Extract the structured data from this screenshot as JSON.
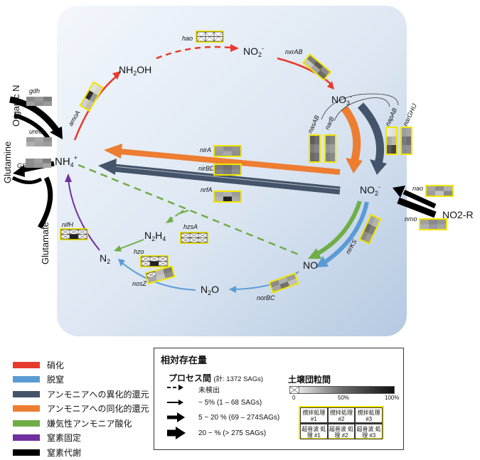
{
  "compounds": {
    "nh2oh": "NH2OH",
    "no2_top": "NO2-",
    "no3": "NO3-",
    "nh4": "NH4+",
    "no2_mid": "NO2-",
    "no2r": "NO2-R",
    "n2h4": "N2H4",
    "n2": "N2",
    "no": "NO",
    "n2o": "N2O",
    "organic_n": "Organic N",
    "glutamine": "Glutamine",
    "glutamate": "Glutamate"
  },
  "genes": {
    "hao": "hao",
    "nxrAB": "nxrAB",
    "amoA": "amoA",
    "gdh": "gdh",
    "ureC": "ureC",
    "GS": "GS",
    "narGHIJ": "narGHIJ",
    "napAB": "napAB",
    "narB": "narB",
    "nasAB": "nasAB",
    "nirA": "nirA",
    "nirBD": "nirBD",
    "nrfA": "nrfA",
    "nao": "nao",
    "nmo": "nmo",
    "nirKS": "nirKS",
    "hzsA": "hzsA",
    "hzo": "hzo",
    "nifH": "nifH",
    "nosZ": "nosZ",
    "norBC": "norBC"
  },
  "legend": {
    "colors": {
      "nitrification": "#e83a2c",
      "denitrification": "#5b9bd5",
      "dnra": "#44546a",
      "assimilatory": "#ed7d31",
      "anammox": "#70ad47",
      "fixation": "#7030a0",
      "metabolism": "#000000"
    },
    "processes": [
      {
        "label": "硝化",
        "color": "#e83a2c"
      },
      {
        "label": "脱窒",
        "color": "#5b9bd5"
      },
      {
        "label": "アンモニアへの異化的還元",
        "color": "#44546a"
      },
      {
        "label": "アンモニアへの同化的還元",
        "color": "#ed7d31"
      },
      {
        "label": "嫌気性アンモニア酸化",
        "color": "#70ad47"
      },
      {
        "label": "窒素固定",
        "color": "#7030a0"
      },
      {
        "label": "窒素代謝",
        "color": "#000000"
      }
    ],
    "box_title": "相対存在量",
    "process_heading": "プロセス間",
    "process_total": "(計: 1372 SAGs)",
    "items": [
      "未検出",
      "~ 5% (1 – 68 SAGs)",
      "5 ~ 20 % (69 – 274SAGs)",
      "20 ~ % (> 275 SAGs)"
    ],
    "soil_heading": "土壌団粒間",
    "ticks": [
      "0",
      "50%",
      "100%"
    ],
    "cells": [
      "撹拌処理 #1",
      "撹拌処理 #2",
      "撹拌処理 #3",
      "超音波 処理 #1",
      "超音波 処理 #2",
      "超音波 処理 #3"
    ]
  }
}
